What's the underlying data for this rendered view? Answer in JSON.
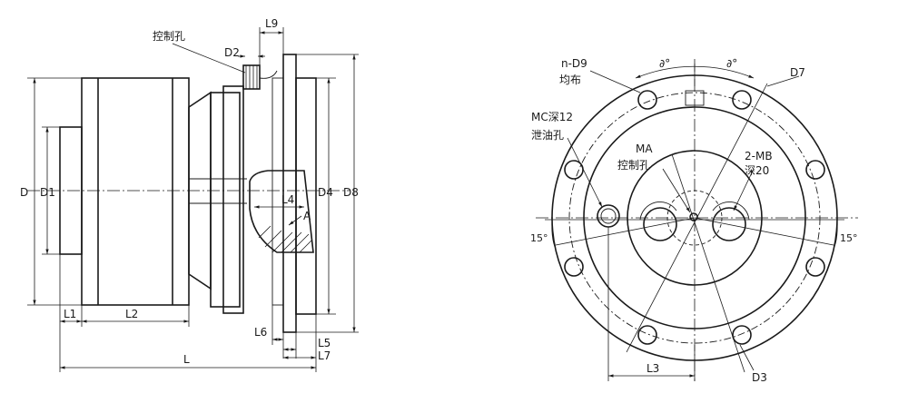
{
  "side_view": {
    "control_hole": "控制孔",
    "D": "D",
    "D1": "D1",
    "D2": "D2",
    "D4": "D4",
    "D8": "D8",
    "L": "L",
    "L1": "L1",
    "L2": "L2",
    "L4": "L4",
    "L5": "L5",
    "L6": "L6",
    "L7": "L7",
    "L9": "L9",
    "A": "A"
  },
  "front_view": {
    "n_D9": "n-D9",
    "evenly": "均布",
    "theta1": "∂°",
    "theta2": "∂°",
    "D7": "D7",
    "MC": "MC深12",
    "drain_hole": "泄油孔",
    "MA": "MA",
    "control_hole": "控制孔",
    "two_MB": "2-MB",
    "depth20": "深20",
    "angle_left": "15°",
    "angle_right": "15°",
    "L3": "L3",
    "D3": "D3"
  }
}
